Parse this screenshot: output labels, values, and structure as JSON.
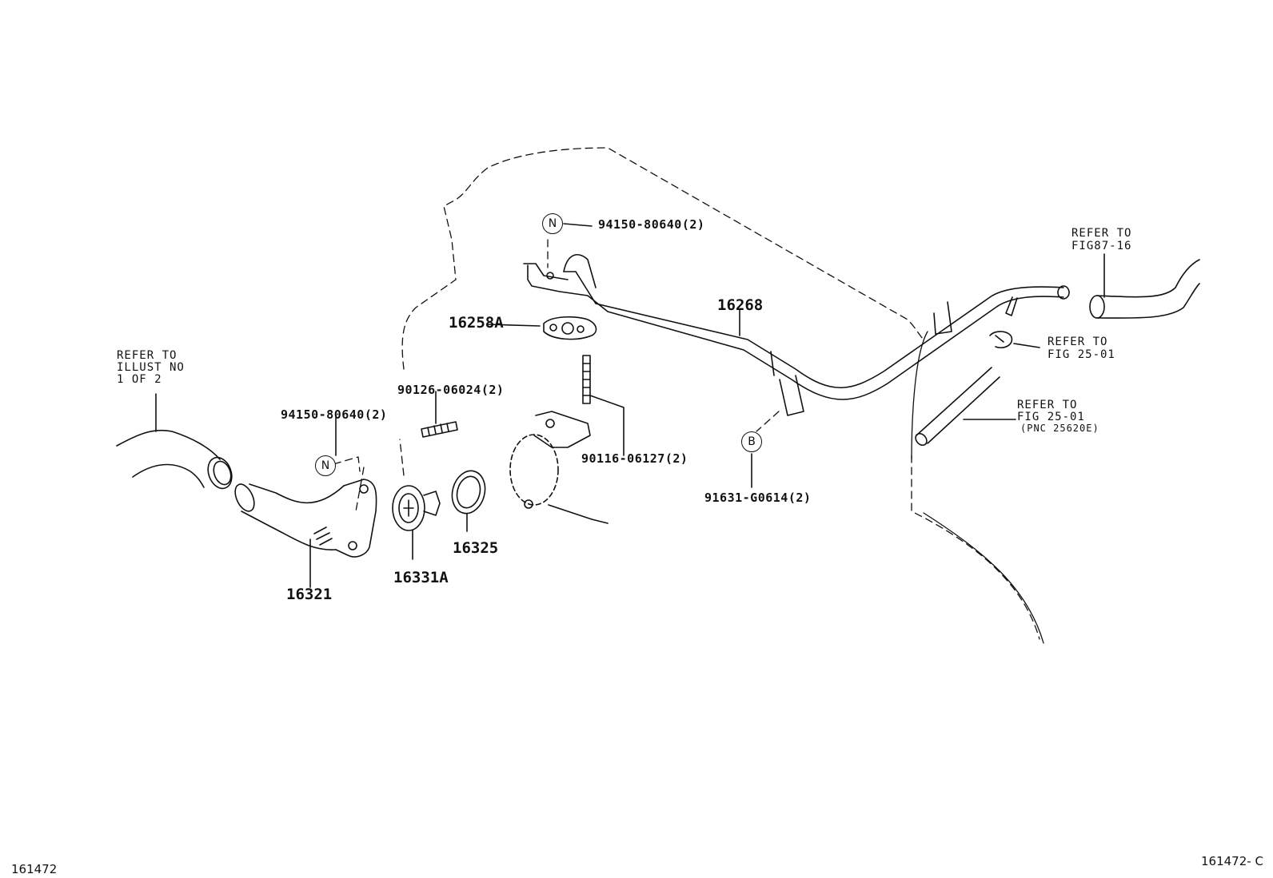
{
  "parts": {
    "p16268": "16268",
    "p16258A": "16258A",
    "p16321": "16321",
    "p16331A": "16331A",
    "p16325": "16325"
  },
  "part_numbers": {
    "pn_94150_top": "94150-80640(2)",
    "pn_94150_left": "94150-80640(2)",
    "pn_90126": "90126-06024(2)",
    "pn_90116": "90116-06127(2)",
    "pn_91631": "91631-G0614(2)"
  },
  "badges": {
    "n_top": "N",
    "n_left": "N",
    "b": "B"
  },
  "references": {
    "ref_left": [
      "REFER TO",
      "ILLUST NO",
      "1 OF 2"
    ],
    "ref_fig87": [
      "REFER TO",
      "FIG87-16"
    ],
    "ref_fig25_a": [
      "REFER TO",
      "FIG 25-01"
    ],
    "ref_fig25_b": [
      "REFER TO",
      "FIG 25-01",
      "(PNC 25620E)"
    ]
  },
  "footer": {
    "left_id": "161472",
    "right_id": "161472- C"
  }
}
